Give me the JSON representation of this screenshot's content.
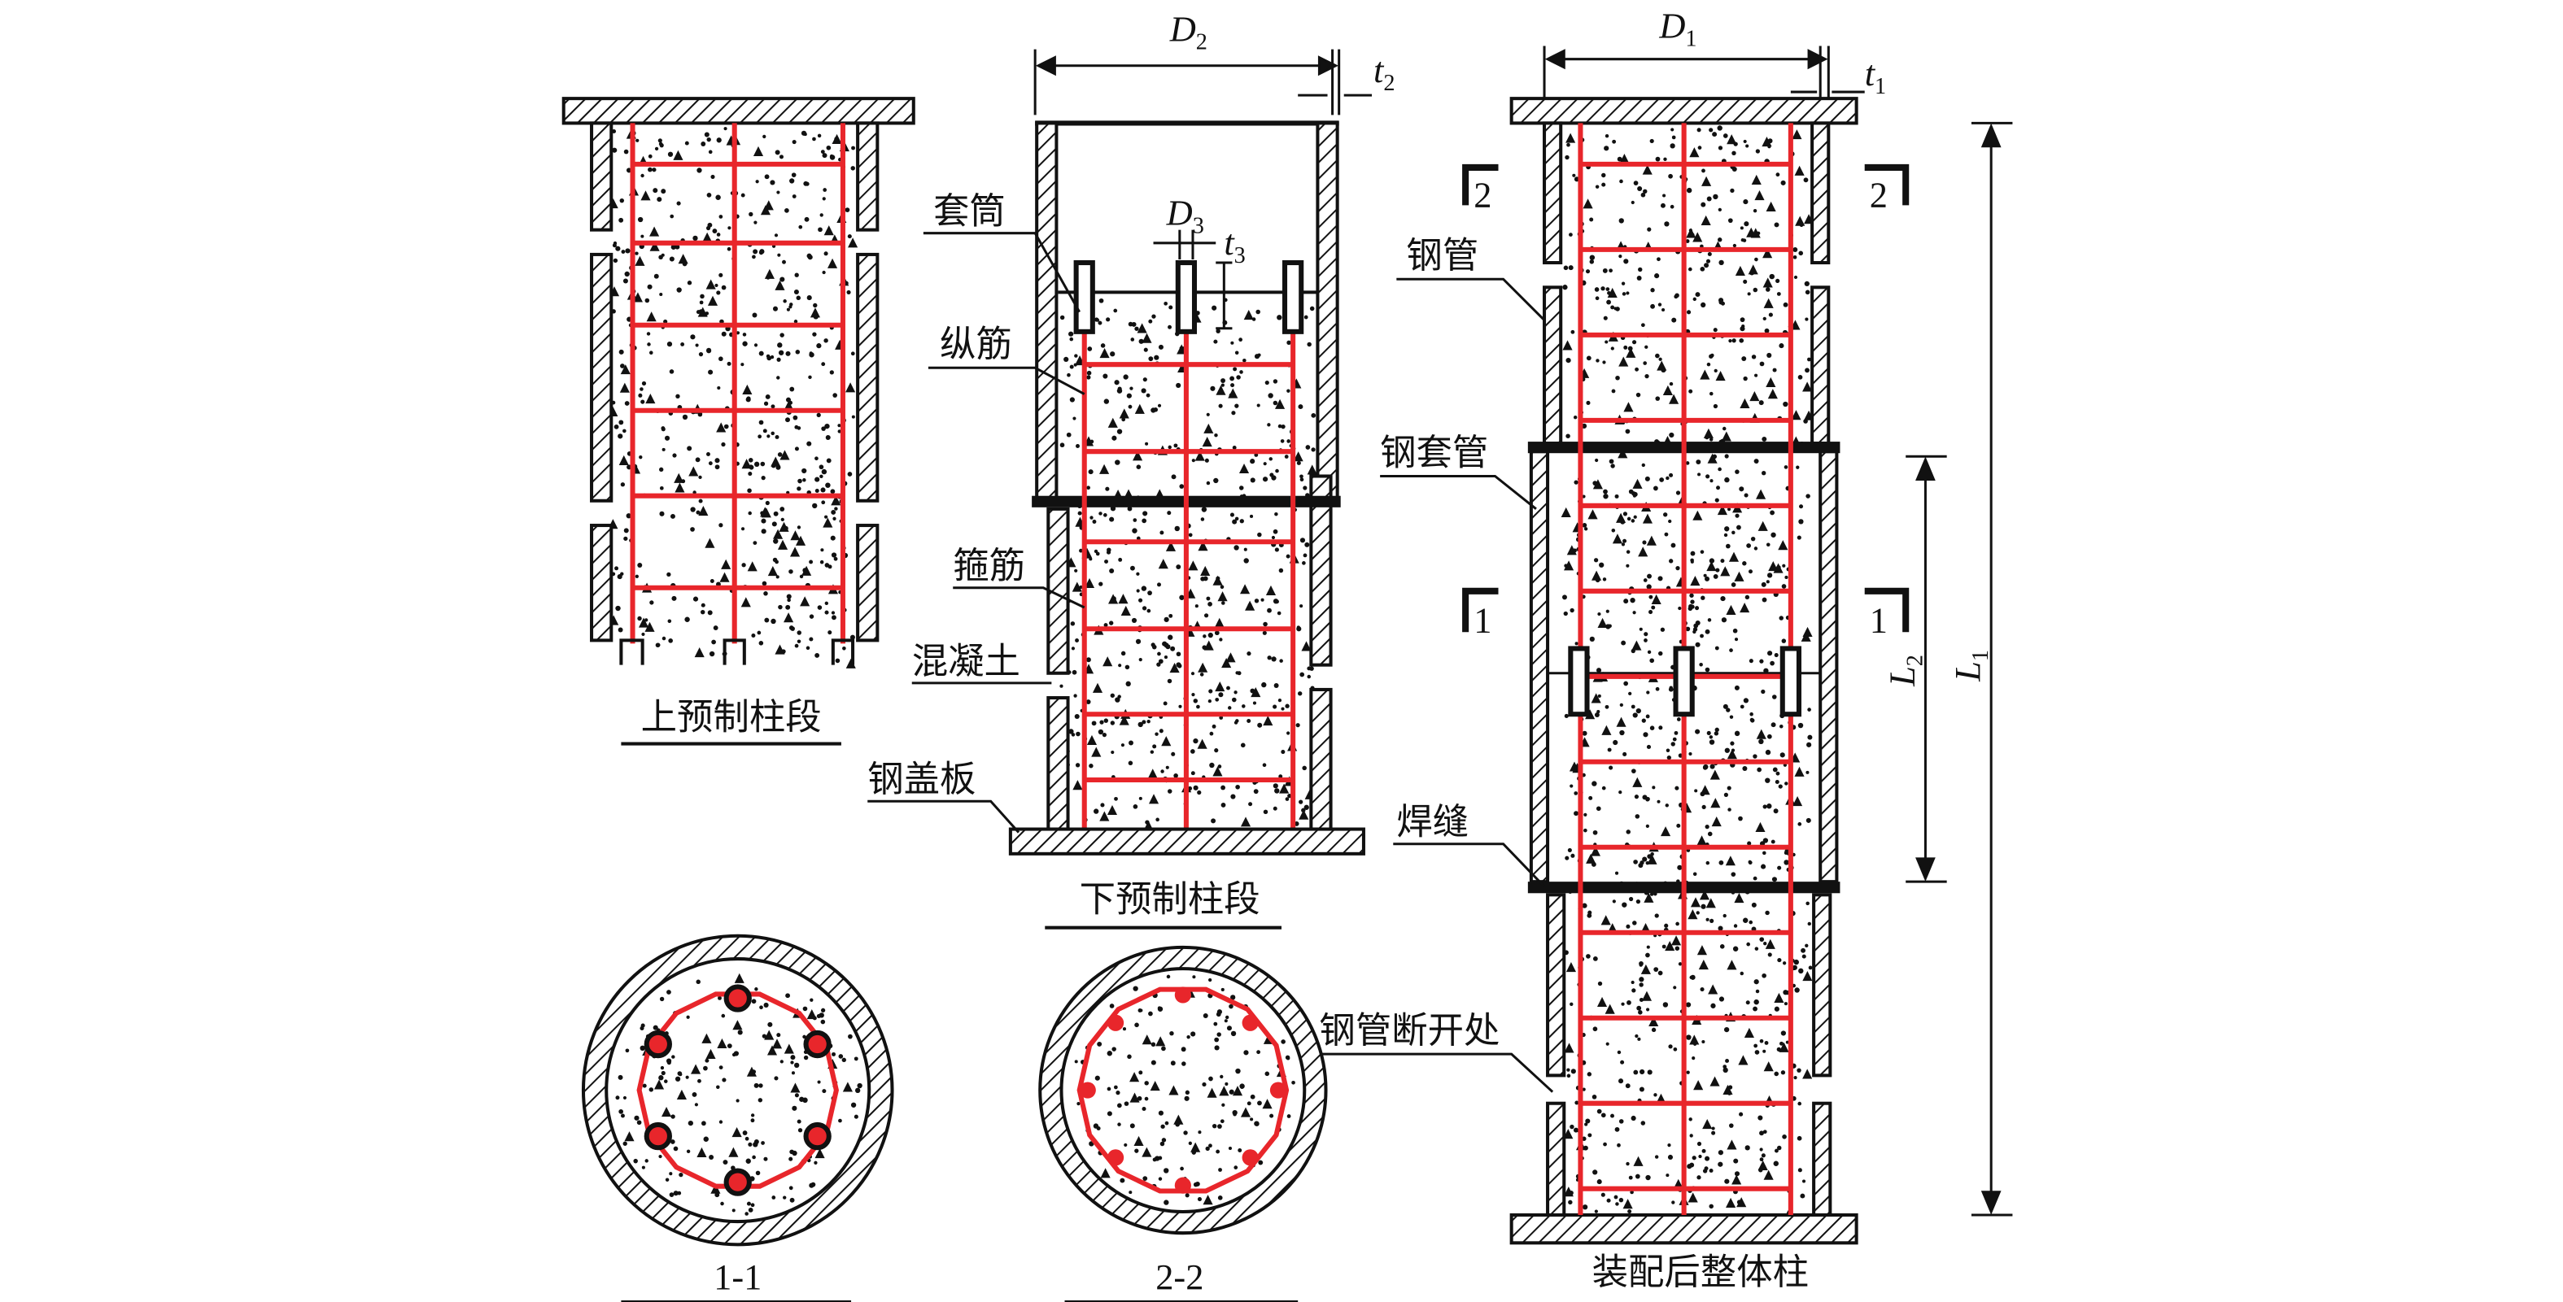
{
  "colors": {
    "rebar": "#e8262b",
    "steel": "#111111",
    "concrete_bg": "#ffffff"
  },
  "upper_segment": {
    "caption": "上预制柱段"
  },
  "lower_segment": {
    "caption": "下预制柱段",
    "labels": {
      "sleeve": "套筒",
      "longitudinal_bar": "纵筋",
      "stirrup": "箍筋",
      "concrete": "混凝土",
      "steel_cover_plate": "钢盖板"
    },
    "dims": {
      "D2": "D",
      "D2_sub": "2",
      "t2": "t",
      "t2_sub": "2",
      "D3": "D",
      "D3_sub": "3",
      "t3": "t",
      "t3_sub": "3"
    }
  },
  "assembled_column": {
    "caption": "装配后整体柱",
    "labels": {
      "steel_tube": "钢管",
      "steel_sleeve_tube": "钢套管",
      "weld": "焊缝",
      "tube_break": "钢管断开处"
    },
    "dims": {
      "D1": "D",
      "D1_sub": "1",
      "t1": "t",
      "t1_sub": "1",
      "L1": "L",
      "L1_sub": "1",
      "L2": "L",
      "L2_sub": "2"
    },
    "section_marks": {
      "s1": "1",
      "s2": "2"
    }
  },
  "sections": {
    "s11": "1-1",
    "s22": "2-2"
  }
}
